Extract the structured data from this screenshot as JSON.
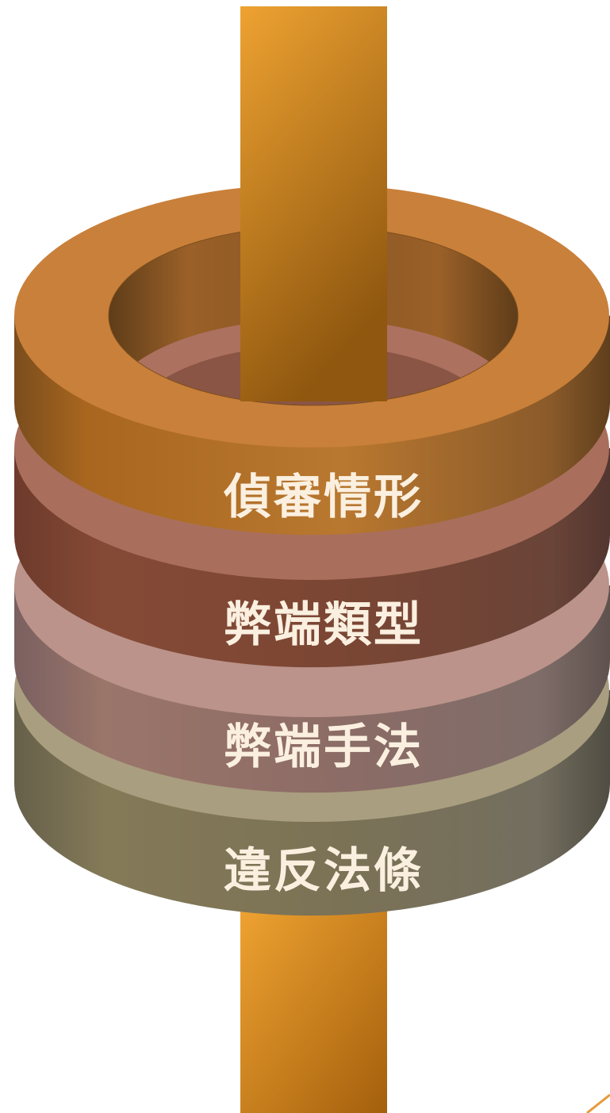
{
  "diagram": {
    "rings": [
      {
        "label": "偵審情形",
        "top": "#c9803a",
        "side_light": "#b87a32",
        "side_dark": "#6e4a1f"
      },
      {
        "label": "弊端類型",
        "top": "#a96f5c",
        "side_light": "#8e4e3a",
        "side_dark": "#5a3a30"
      },
      {
        "label": "弊端手法",
        "top": "#bb938a",
        "side_light": "#9a7870",
        "side_dark": "#64524d"
      },
      {
        "label": "違反法條",
        "top": "#a99e7f",
        "side_light": "#84795a",
        "side_dark": "#565144"
      }
    ],
    "rod_color_top": "#eea231",
    "rod_color_bottom": "#a45f0c",
    "label_color": "#fbf0e0"
  }
}
